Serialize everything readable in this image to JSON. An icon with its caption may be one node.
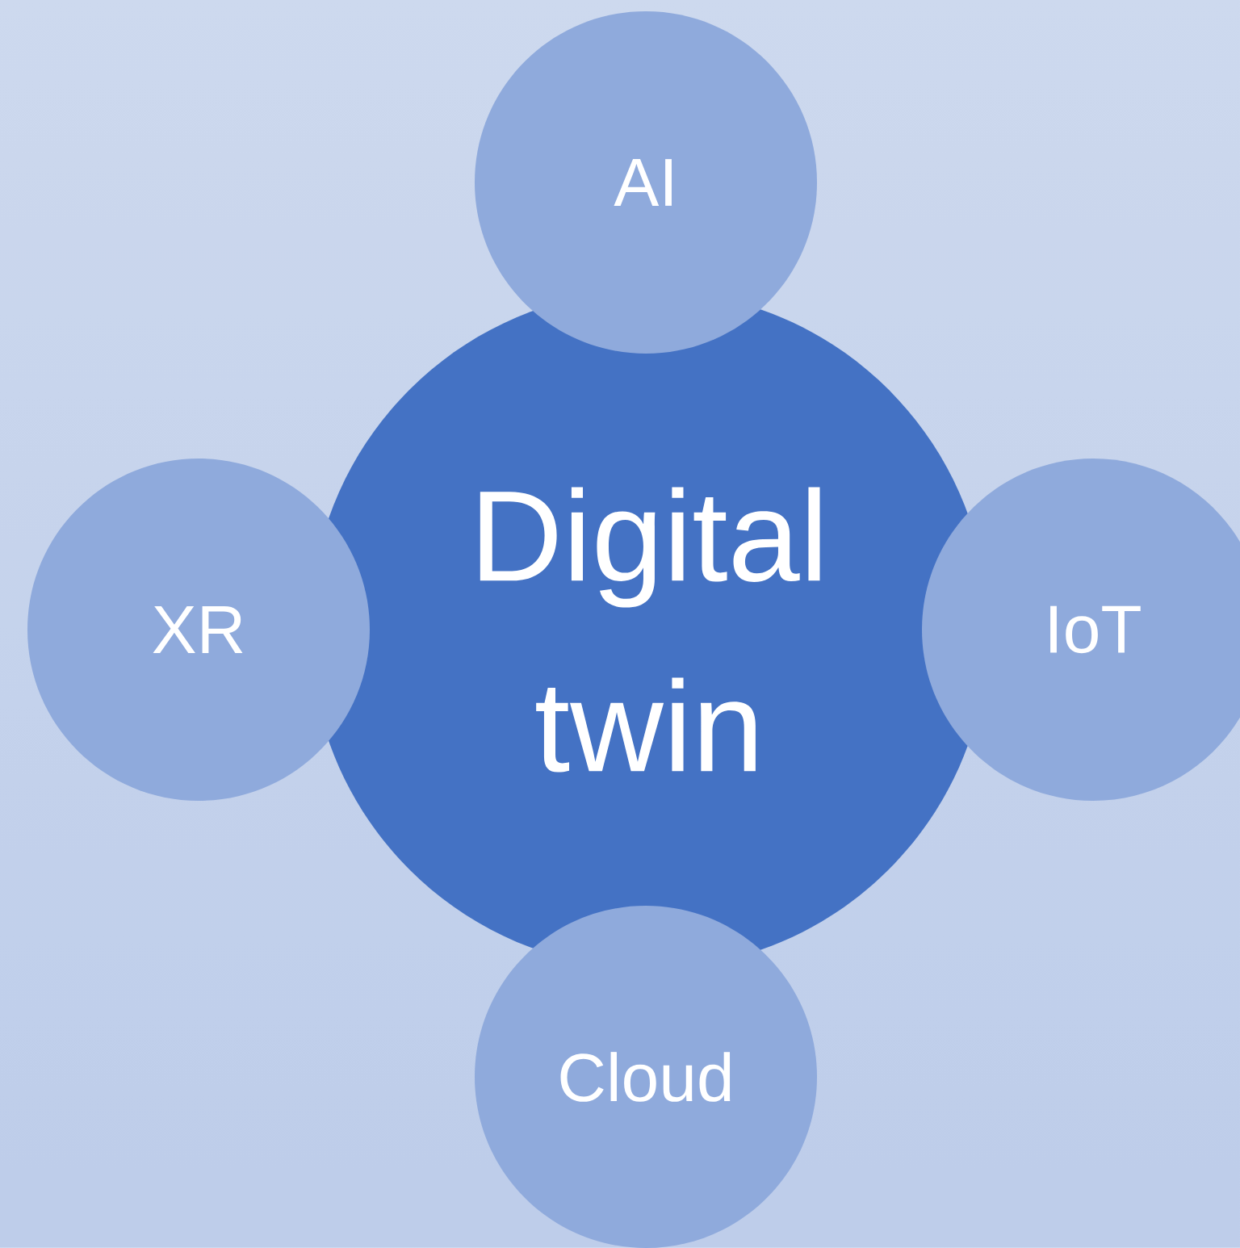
{
  "diagram": {
    "nodes": [
      {
        "text": [
          "AI"
        ]
      },
      {
        "text": [
          "XR"
        ]
      },
      {
        "text": [
          "Digital twin"
        ]
      },
      {
        "text": [
          "IoT"
        ]
      },
      {
        "text": [
          "Cloud"
        ]
      }
    ]
  }
}
